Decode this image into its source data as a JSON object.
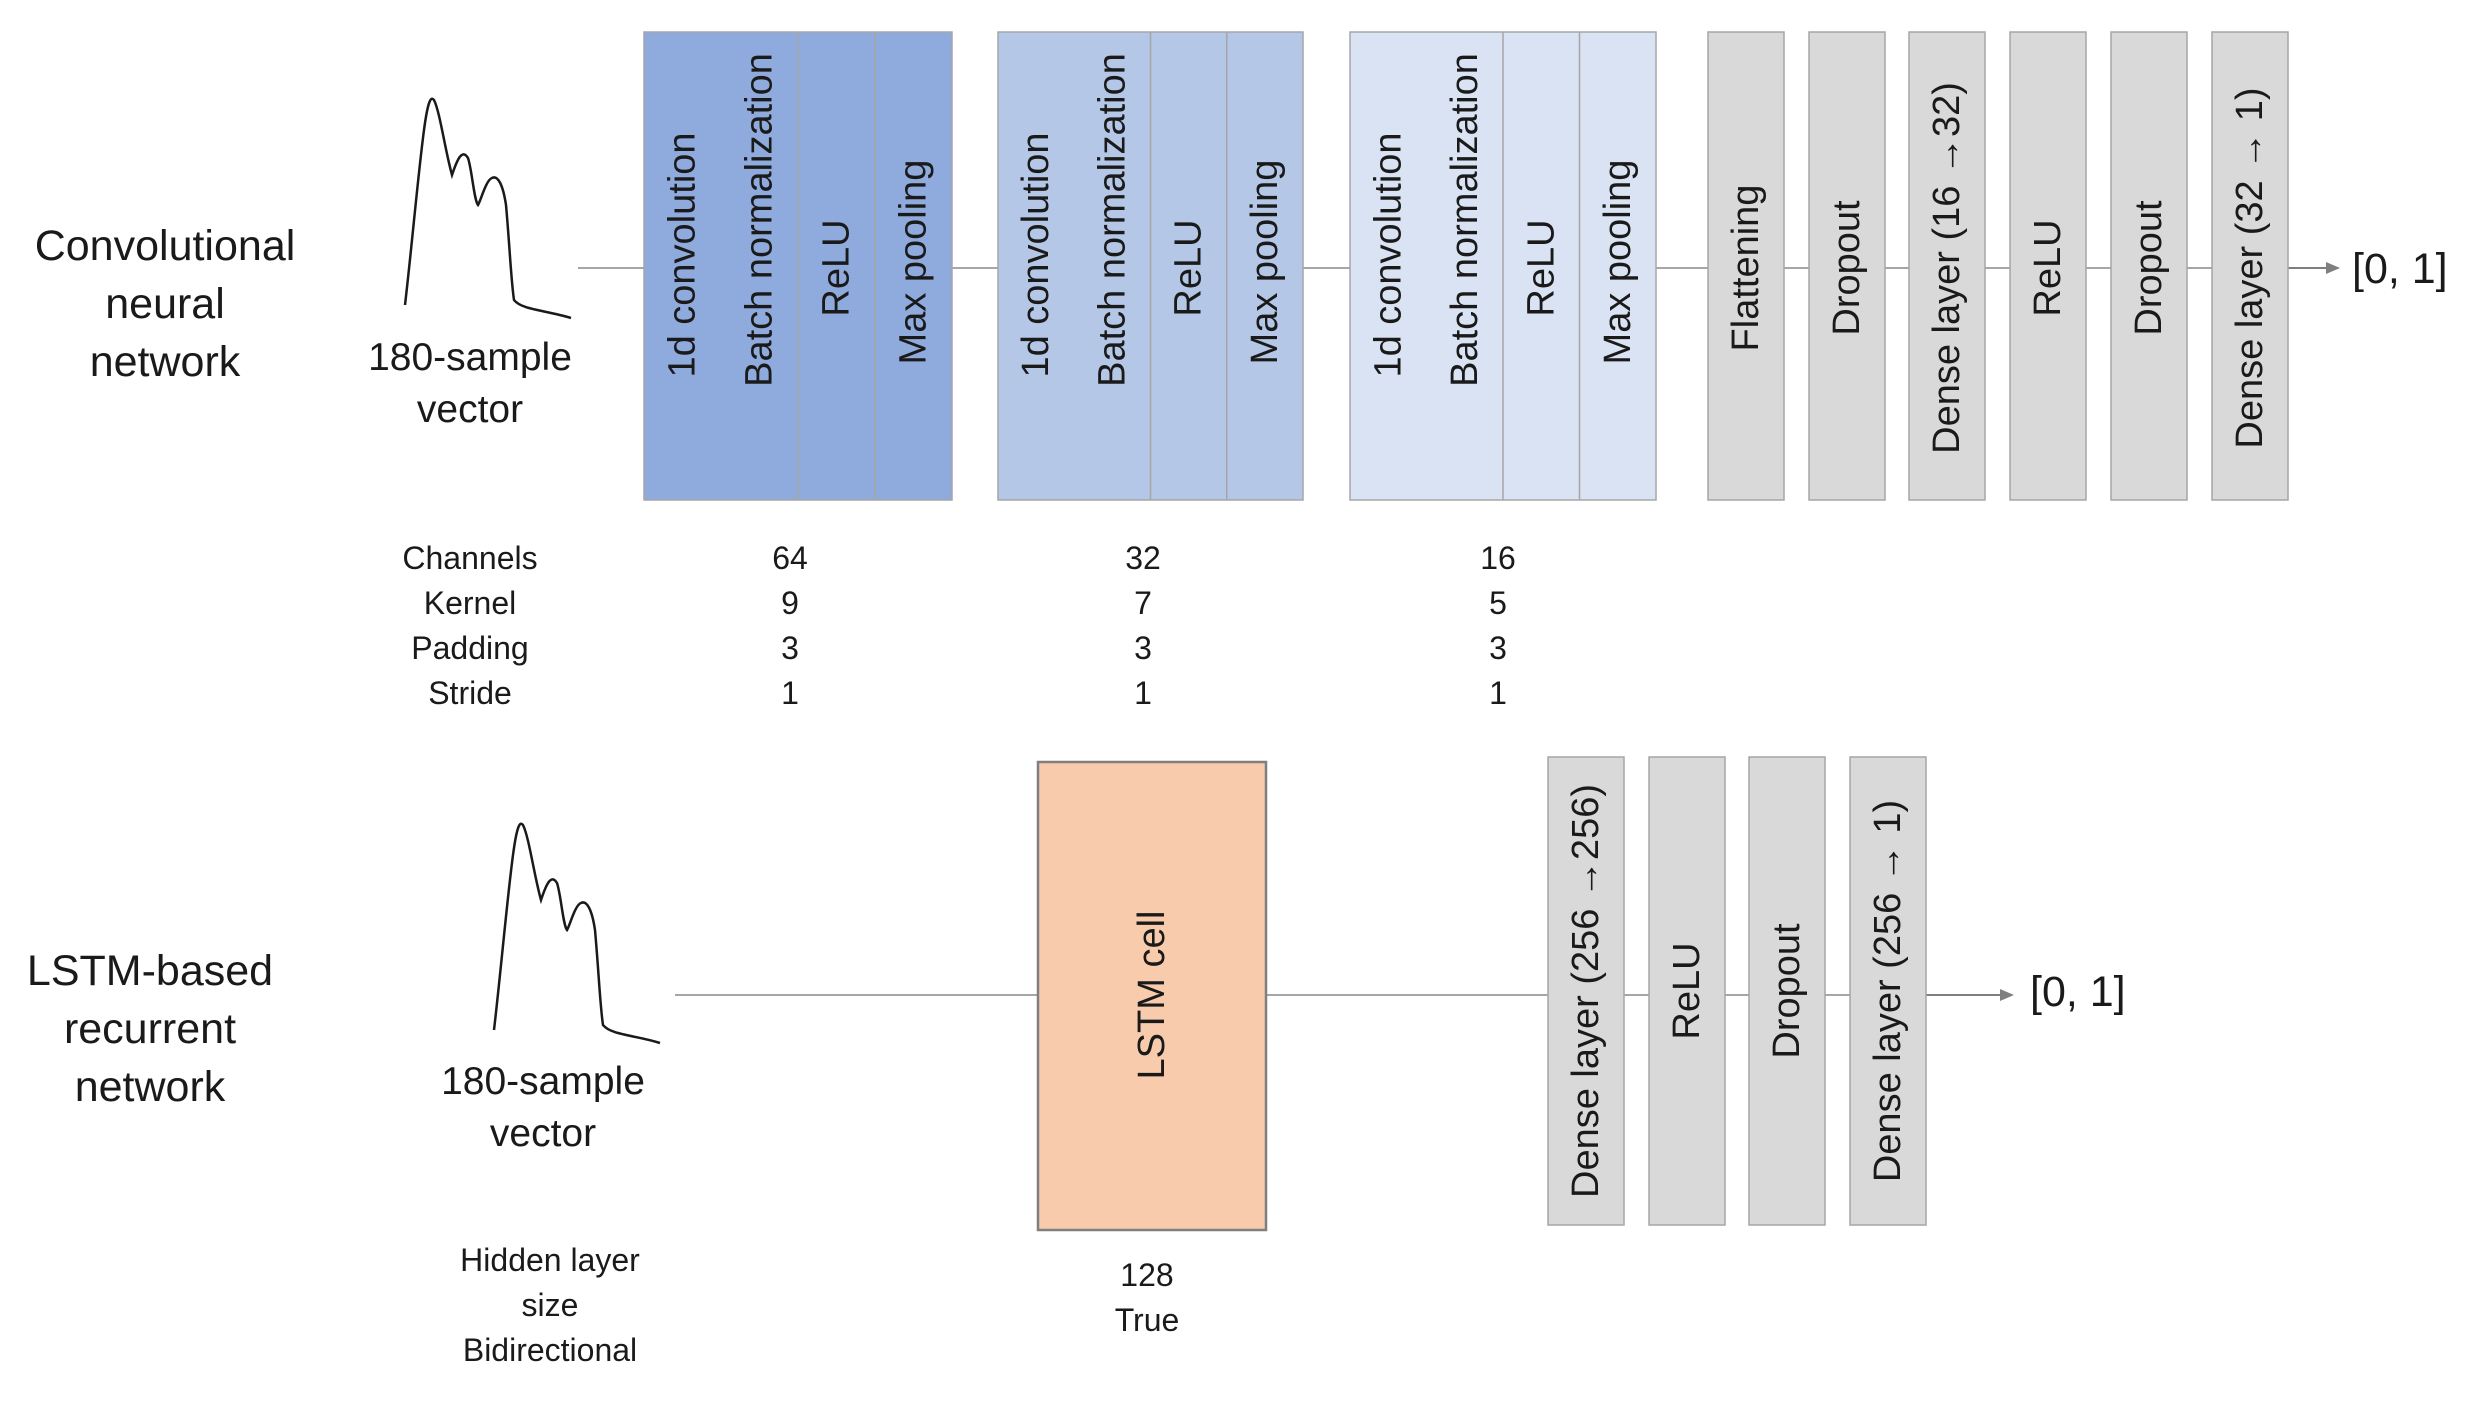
{
  "cnn": {
    "title_lines": [
      "Convolutional",
      "neural",
      "network"
    ],
    "input_label_lines": [
      "180-sample",
      "vector"
    ],
    "conv_blocks": [
      {
        "fill": "#8FAADC",
        "layers": [
          "1d convolution",
          "Batch normalization",
          "ReLU",
          "Max pooling"
        ],
        "channels": "64",
        "kernel": "9",
        "padding": "3",
        "stride": "1"
      },
      {
        "fill": "#B4C7E7",
        "layers": [
          "1d convolution",
          "Batch normalization",
          "ReLU",
          "Max pooling"
        ],
        "channels": "32",
        "kernel": "7",
        "padding": "3",
        "stride": "1"
      },
      {
        "fill": "#DAE3F3",
        "layers": [
          "1d convolution",
          "Batch normalization",
          "ReLU",
          "Max pooling"
        ],
        "channels": "16",
        "kernel": "5",
        "padding": "3",
        "stride": "1"
      }
    ],
    "param_labels": [
      "Channels",
      "Kernel",
      "Padding",
      "Stride"
    ],
    "head_layers": [
      "Flattening",
      "Dropout",
      "Dense layer (16 →32)",
      "ReLU",
      "Dropout",
      "Dense layer (32 → 1)"
    ],
    "output": "[0, 1]"
  },
  "lstm": {
    "title_lines": [
      "LSTM-based",
      "recurrent",
      "network"
    ],
    "input_label_lines": [
      "180-sample",
      "vector"
    ],
    "cell_label": "LSTM cell",
    "cell_fill": "#F8CBAD",
    "param_labels": [
      "Hidden layer",
      "size",
      "Bidirectional"
    ],
    "hidden_size": "128",
    "bidirectional": "True",
    "head_layers": [
      "Dense layer (256 →256)",
      "ReLU",
      "Dropout",
      "Dense layer (256 → 1)"
    ],
    "output": "[0, 1]"
  },
  "colors": {
    "gray_block": "#D9D9D9",
    "block_border": "#A6A6A6",
    "line": "#A6A6A6",
    "arrow": "#7F7F7F"
  }
}
